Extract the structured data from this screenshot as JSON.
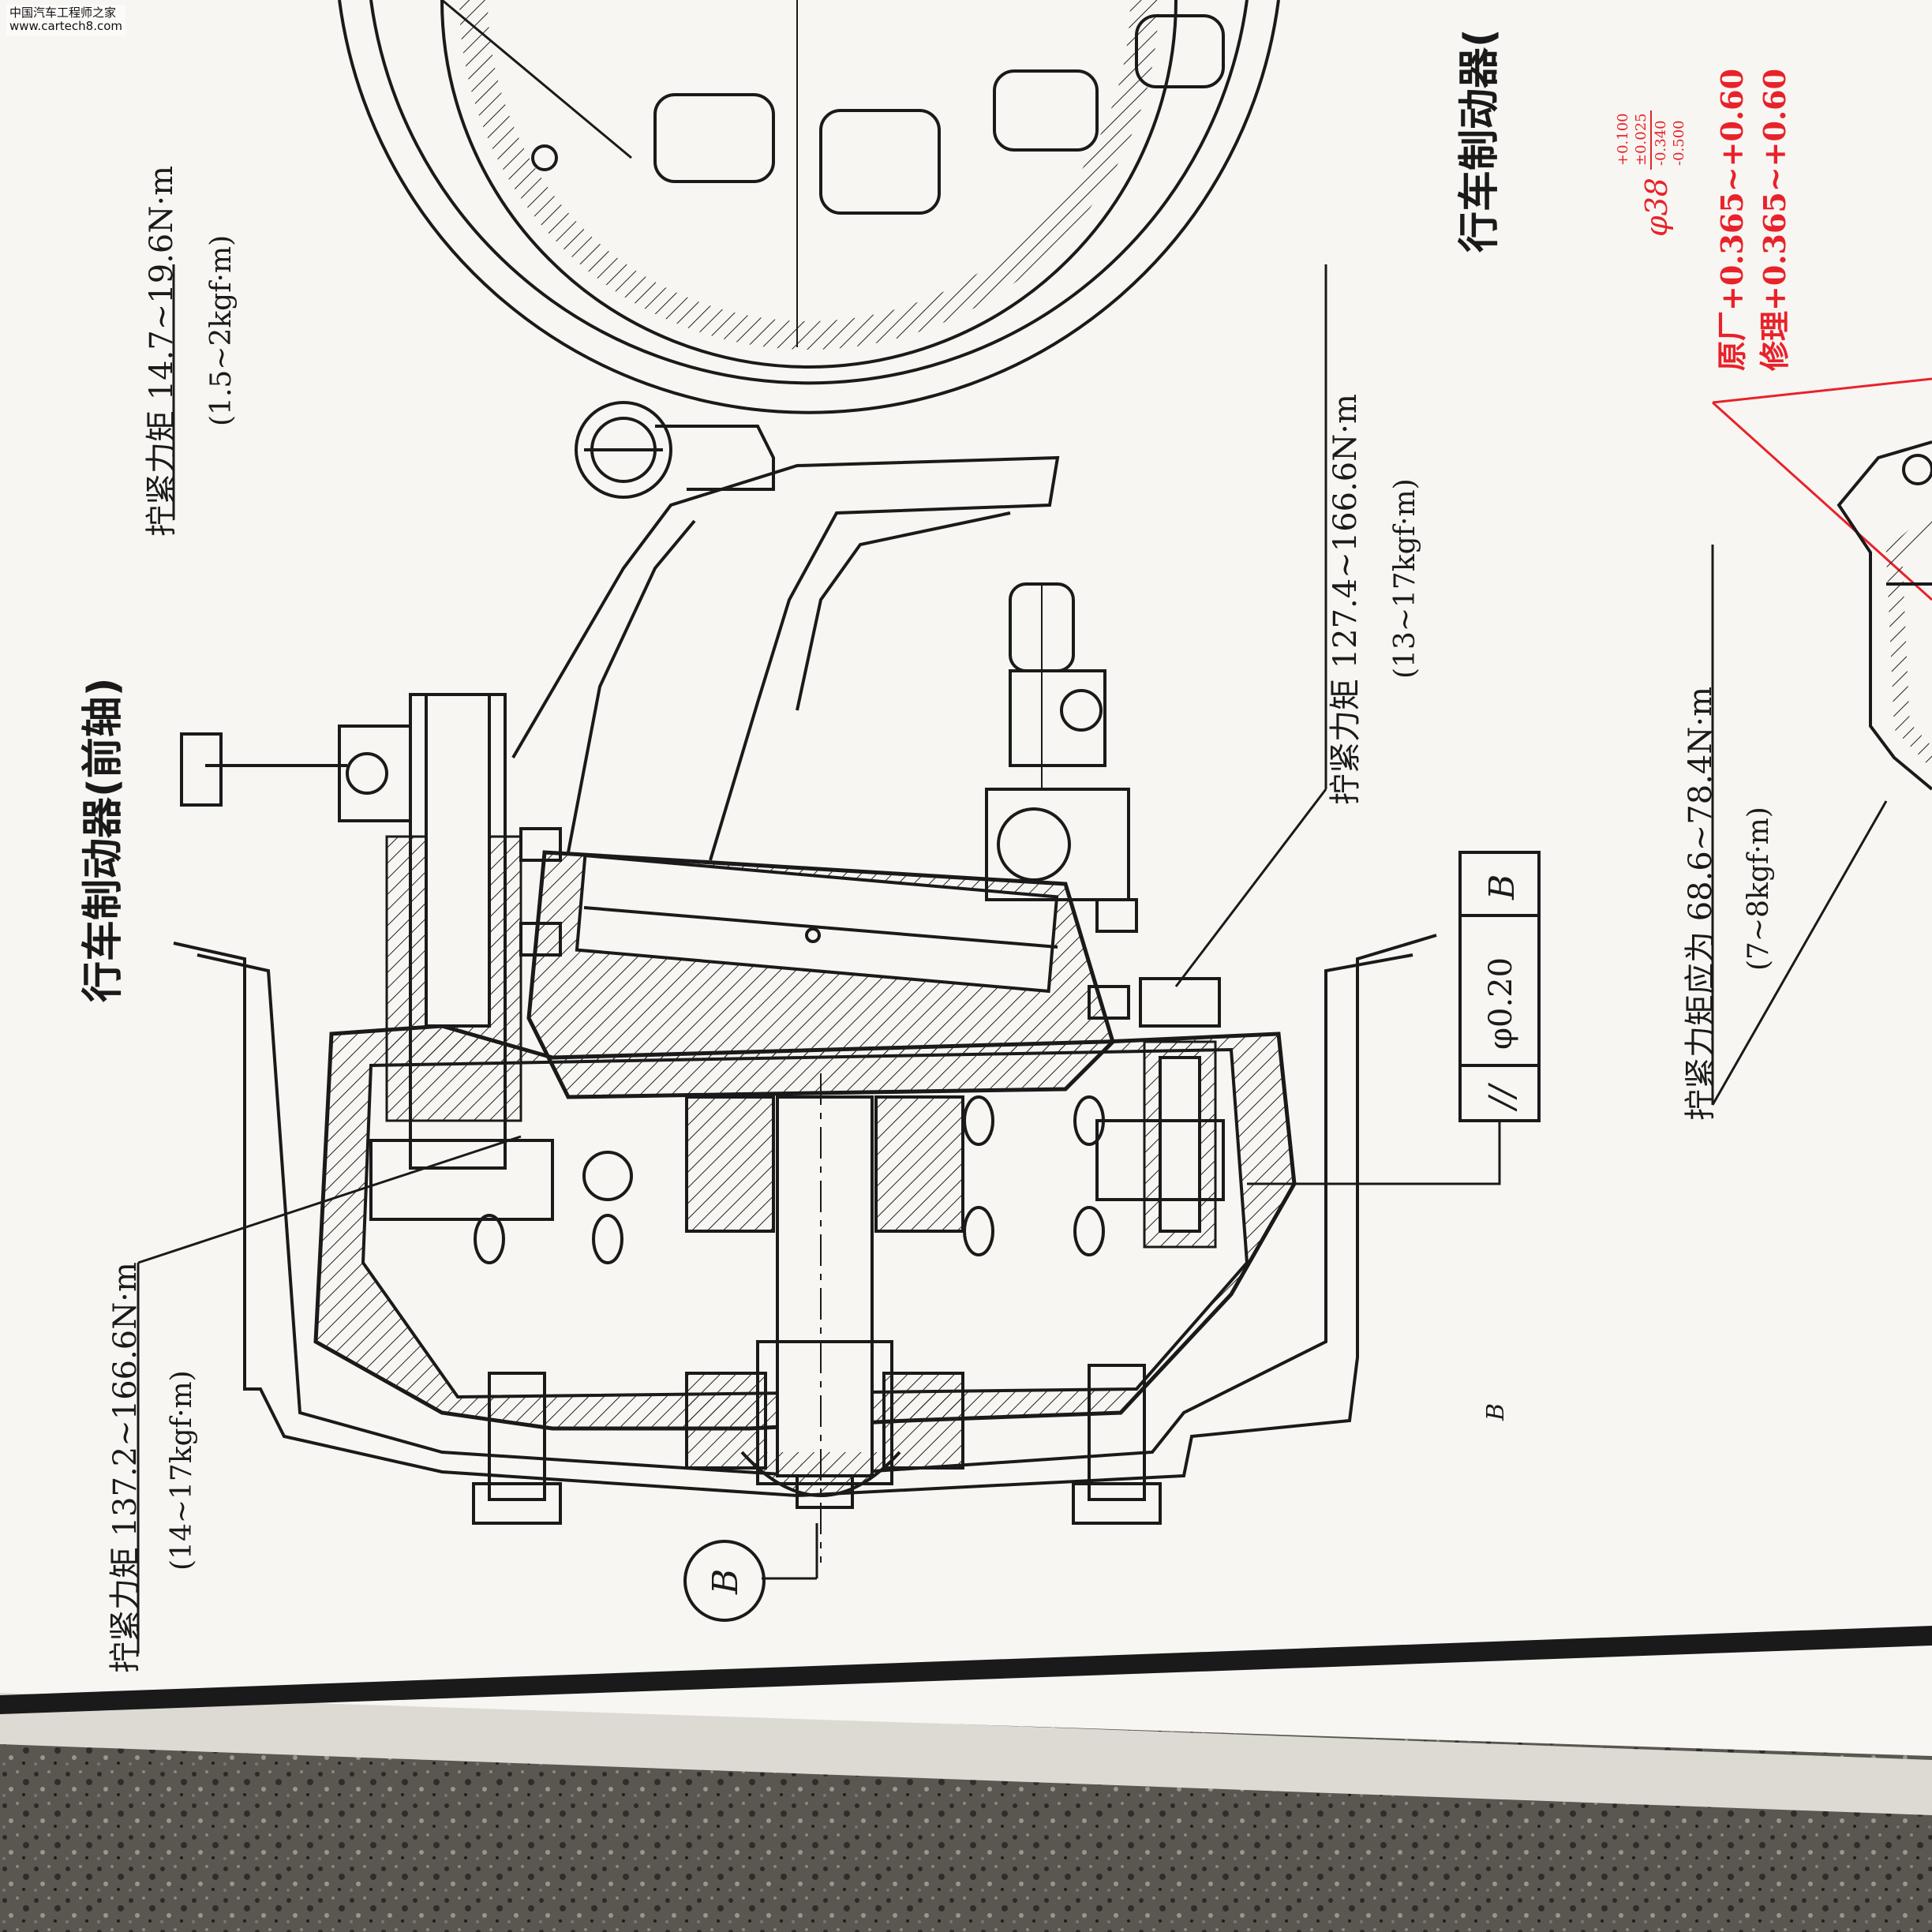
{
  "watermark": {
    "site_name": "中国汽车工程师之家",
    "site_url": "www.cartech8.com"
  },
  "page": {
    "section_title": "行车制动器(前轴)",
    "right_section_title": "行车制动器(",
    "torque_labels": [
      {
        "main": "拧紧力矩 14.7~19.6N·m",
        "sub": "(1.5~2kgf·m)"
      },
      {
        "main": "拧紧力矩 127.4~166.6N·m",
        "sub": "(13~17kgf·m)"
      },
      {
        "main": "拧紧力矩 137.2~166.6N·m",
        "sub": "(14~17kgf·m)"
      },
      {
        "main": "拧紧力矩应为 68.6~78.4N·m",
        "sub": "(7~8kgf·m)"
      }
    ],
    "tolerance_box": {
      "symbol": "//",
      "value": "φ0.20",
      "datum": "B"
    },
    "datum_label": "B",
    "small_datum_mark": "B",
    "red_annotation": {
      "diameter": "φ38",
      "tol_1": "+0.100",
      "tol_2": "±0.025",
      "tol_3": "-0.340",
      "tol_4": "-0.500",
      "line1": "原厂+0.365~+0.60",
      "line2": "修理+0.365~+0.60"
    }
  },
  "colors": {
    "paper": "#f7f6f2",
    "ink": "#1a1a1a",
    "red_ink": "#e8222a",
    "granite": "#55524c",
    "background": "#e9e7e1"
  }
}
